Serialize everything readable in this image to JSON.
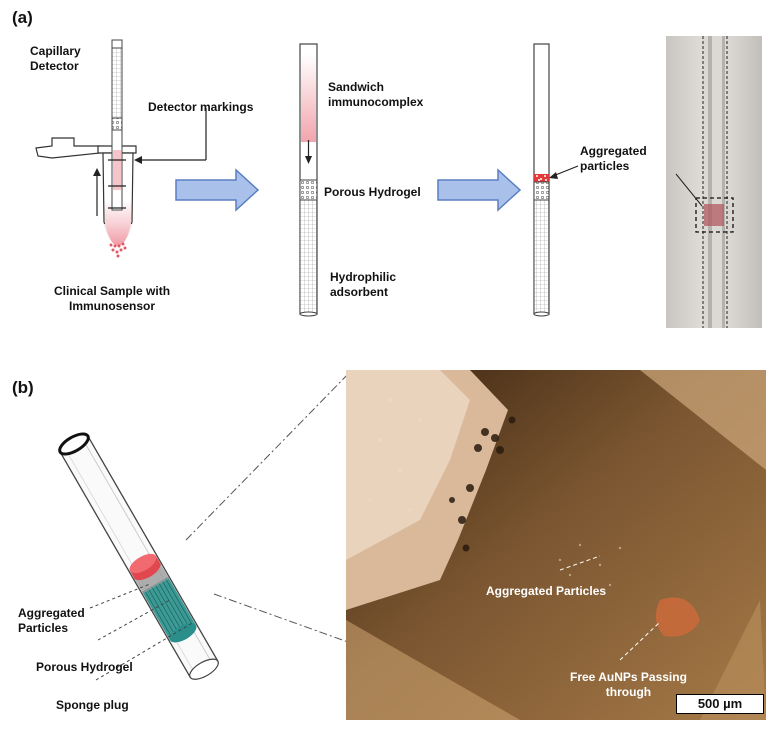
{
  "panel_a": {
    "tag": "(a)",
    "labels": {
      "capillary_detector": "Capillary\nDetector",
      "detector_markings": "Detector markings",
      "clinical_sample": "Clinical Sample with\nImmunosensor",
      "sandwich": "Sandwich\nimmunocomplex",
      "porous_hydrogel": "Porous Hydrogel",
      "hydrophilic": "Hydrophilic\nadsorbent",
      "aggregated": "Aggregated\nparticles"
    }
  },
  "panel_b": {
    "tag": "(b)",
    "labels": {
      "aggregated": "Aggregated\nParticles",
      "porous_hydrogel": "Porous Hydrogel",
      "sponge_plug": "Sponge plug",
      "photo_aggregated": "Aggregated Particles",
      "photo_free": "Free AuNPs Passing\nthrough",
      "scale_bar": "500 µm"
    }
  },
  "colors": {
    "arrow_fill": "#a9c1ea",
    "arrow_stroke": "#5b7fc2",
    "pink": "#f3b2b8",
    "red": "#e23a3a",
    "teal": "#2a8f8a",
    "photo_bg": "#6b4a2a"
  }
}
